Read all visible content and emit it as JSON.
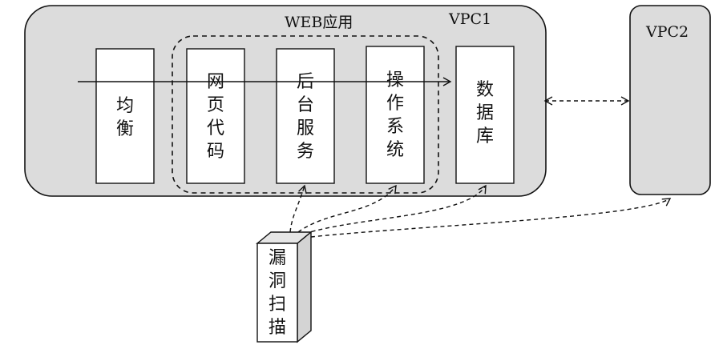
{
  "vpc1": {
    "label": "VPC1"
  },
  "vpc2": {
    "label": "VPC2"
  },
  "web_app": {
    "label": "WEB应用"
  },
  "boxes": {
    "balance": "均\n衡",
    "web_code": "网\n页\n代\n码",
    "backend": "后\n台\n服\n务",
    "os": "操\n作\n系\n统",
    "database": "数\n据\n库"
  },
  "scanner": {
    "label": "漏\n洞\n扫\n描"
  },
  "colors": {
    "vpc_fill": "#dcdcdc",
    "stroke": "#111111",
    "box_fill": "#ffffff",
    "scanner_side": "#d4d4d4",
    "scanner_top": "#e6e6e6"
  }
}
